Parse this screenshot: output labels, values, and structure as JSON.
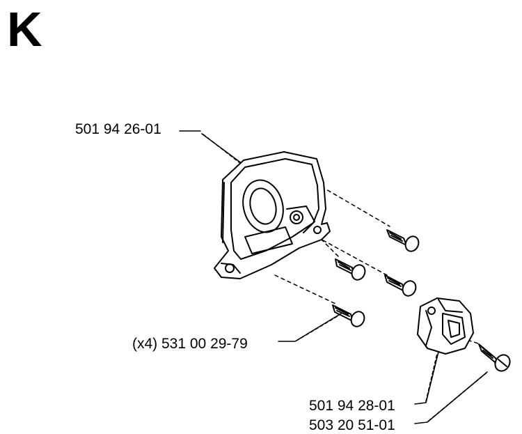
{
  "diagram": {
    "section_letter": "K",
    "parts": [
      {
        "id": "housing",
        "part_number": "501 94 26-01"
      },
      {
        "id": "screws",
        "part_number": "(x4) 531 00 29-79"
      },
      {
        "id": "clutch",
        "part_number": "501 94 28-01"
      },
      {
        "id": "small-screw",
        "part_number": "503 20 51-01"
      }
    ],
    "colors": {
      "ink": "#000000",
      "paper": "#ffffff"
    }
  }
}
